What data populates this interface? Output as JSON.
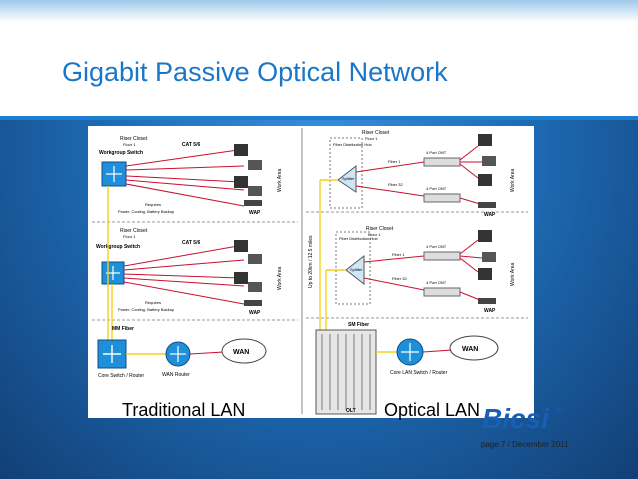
{
  "slide": {
    "title": "Gigabit Passive Optical Network",
    "footer": "page 7   /   December 2011",
    "logo": "Bicsi",
    "logo_mark": "®"
  },
  "traditional": {
    "caption": "Traditional LAN",
    "riser1": {
      "title": "Riser Closet",
      "floor": "Floor 1"
    },
    "riser2": {
      "title": "Riser Closet",
      "floor": "Floor 1"
    },
    "wg1": "Workgroup Switch",
    "wg2": "Workgroup Switch",
    "cat1": "CAT 5/6",
    "cat2": "CAT 5/6",
    "work_area1": "Work Area",
    "work_area2": "Work Area",
    "req1_title": "Requires",
    "req1_text": "Power, Cooling, Battery Backup",
    "req2_title": "Requires",
    "req2_text": "Power, Cooling, Battery Backup",
    "wap1": "WAP",
    "wap2": "WAP",
    "mm_fiber": "MM Fiber",
    "core_switch": "Core Switch / Router",
    "wan_router": "WAN Router",
    "wan": "WAN"
  },
  "optical": {
    "caption": "Optical LAN",
    "riser1": {
      "title": "Riser Closet",
      "floor": "Floor 1"
    },
    "riser2": {
      "title": "Riser Closet",
      "floor": "Floor 1"
    },
    "fdh1": "Fiber Distribution Hub",
    "fdh2": "Fiber Distribution Hub",
    "splitter1": "Splitter",
    "splitter2": "Splitter",
    "fiber1a": "Fiber 1",
    "fiber1b": "Fiber 32",
    "fiber2a": "Fiber 1",
    "fiber2b": "Fiber 32",
    "ont1a": "4 Port ONT",
    "ont1b": "4 Port ONT",
    "ont2a": "4 Port ONT",
    "ont2b": "4 Port ONT",
    "work_area1": "Work Area",
    "work_area2": "Work Area",
    "wap1": "WAP",
    "wap2": "WAP",
    "vertical_note": "Up to 20km / 12.5 miles",
    "sm_fiber": "SM Fiber",
    "core_lan": "Core LAN Switch / Router",
    "olt": "OLT",
    "wan": "WAN"
  },
  "colors": {
    "title": "#1976c9",
    "band": "#1e7fd0",
    "copper": "#c8102e",
    "fiber": "#f2d21b",
    "device": "#1e8fd8",
    "logo": "#1a5fb4"
  }
}
